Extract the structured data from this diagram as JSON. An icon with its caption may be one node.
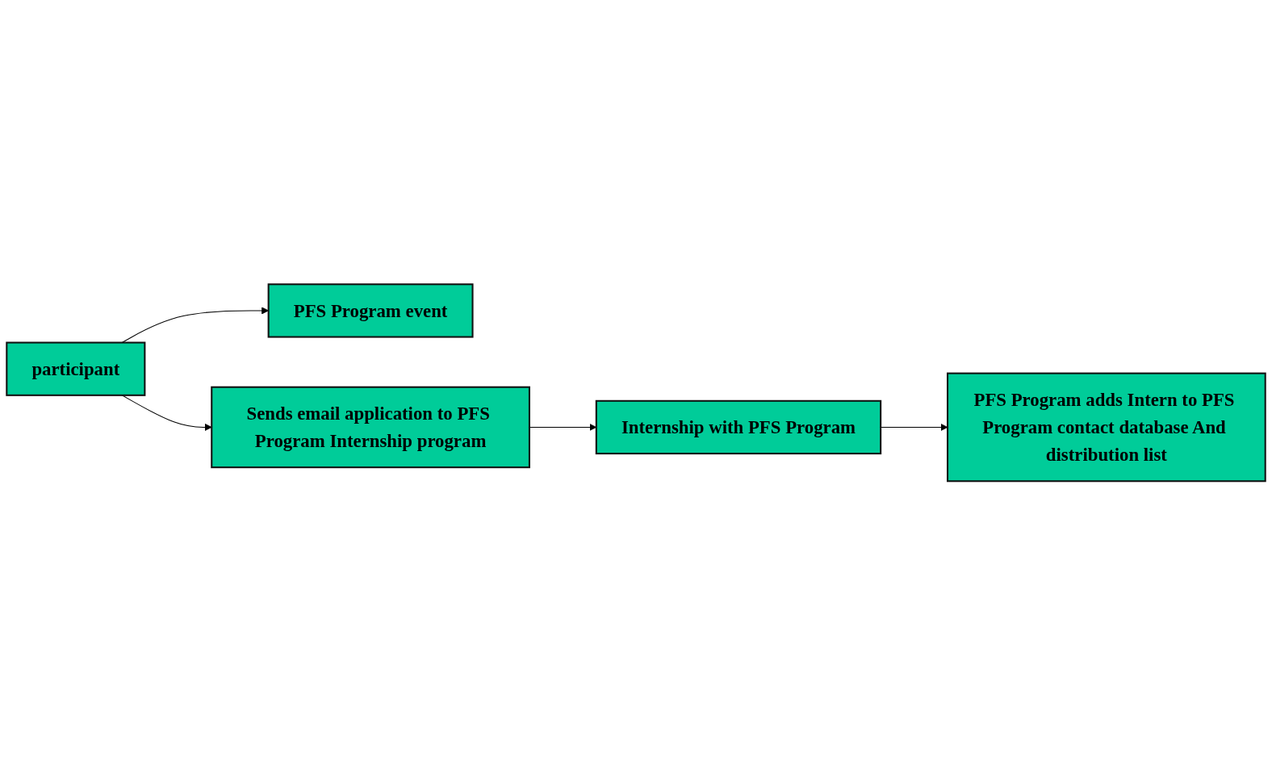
{
  "diagram": {
    "nodes": [
      {
        "text": [
          "PFS Program event"
        ]
      },
      {
        "text": [
          "participant"
        ]
      },
      {
        "text": [
          "Sends email application to PFS Program Internship program"
        ]
      },
      {
        "text": [
          "Internship with PFS Program"
        ]
      },
      {
        "text": [
          "PFS Program adds Intern to PFS Program contact database And distribution list"
        ]
      }
    ],
    "edges": [
      {
        "from": 1,
        "to": 0,
        "arrow": "to"
      },
      {
        "from": 1,
        "to": 2,
        "arrow": "to"
      },
      {
        "from": 2,
        "to": 3,
        "arrow": "to"
      },
      {
        "from": 3,
        "to": 4,
        "arrow": "to"
      }
    ]
  }
}
